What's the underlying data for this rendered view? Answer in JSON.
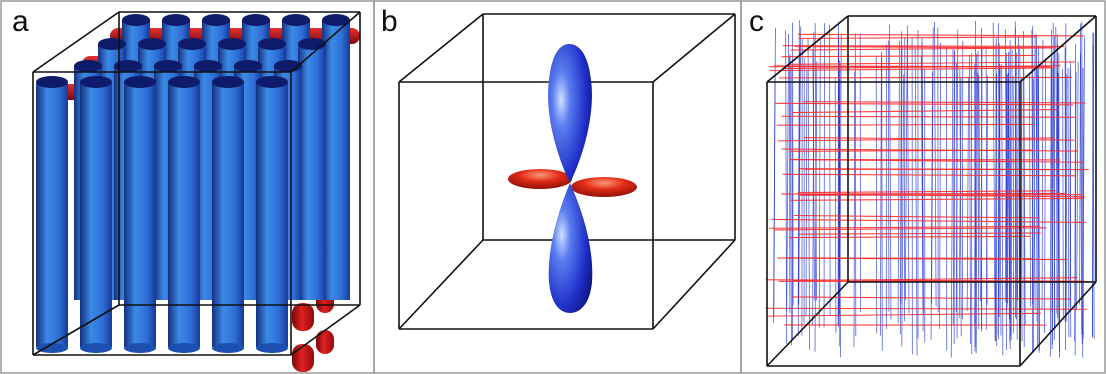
{
  "panels": [
    {
      "id": "a",
      "letter": "a"
    },
    {
      "id": "b",
      "letter": "b"
    },
    {
      "id": "c",
      "letter": "c"
    }
  ],
  "colors": {
    "blue": "#2f6fd6",
    "blue_dark": "#12207a",
    "red": "#d01818",
    "red_dark": "#7a0808",
    "line_blue": "#1a2fd0",
    "line_red": "#ff2a2a",
    "cube_edge": "#111111"
  }
}
